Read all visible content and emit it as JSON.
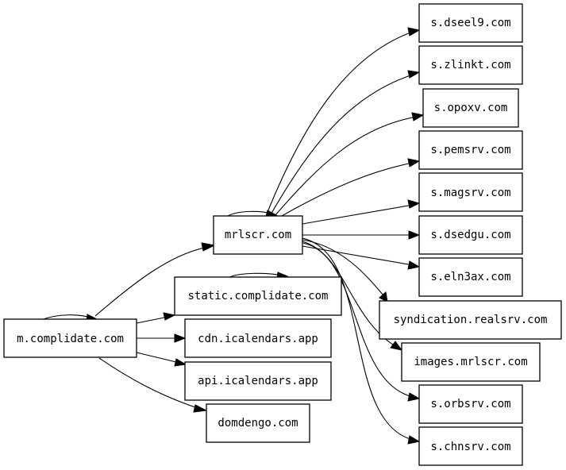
{
  "graph": {
    "nodes": {
      "m_complidate": "m.complidate.com",
      "mrlscr": "mrlscr.com",
      "static_complidate": "static.complidate.com",
      "cdn_icalendars": "cdn.icalendars.app",
      "api_icalendars": "api.icalendars.app",
      "domdengo": "domdengo.com",
      "s_dseel9": "s.dseel9.com",
      "s_zlinkt": "s.zlinkt.com",
      "s_opoxv": "s.opoxv.com",
      "s_pemsrv": "s.pemsrv.com",
      "s_magsrv": "s.magsrv.com",
      "s_dsedgu": "s.dsedgu.com",
      "s_eln3ax": "s.eln3ax.com",
      "syndication_realsrv": "syndication.realsrv.com",
      "images_mrlscr": "images.mrlscr.com",
      "s_orbsrv": "s.orbsrv.com",
      "s_chnsrv": "s.chnsrv.com"
    },
    "edges": [
      {
        "from": "m_complidate",
        "to": "m_complidate"
      },
      {
        "from": "m_complidate",
        "to": "mrlscr"
      },
      {
        "from": "m_complidate",
        "to": "static_complidate"
      },
      {
        "from": "m_complidate",
        "to": "cdn_icalendars"
      },
      {
        "from": "m_complidate",
        "to": "api_icalendars"
      },
      {
        "from": "m_complidate",
        "to": "domdengo"
      },
      {
        "from": "mrlscr",
        "to": "mrlscr"
      },
      {
        "from": "mrlscr",
        "to": "s_dseel9"
      },
      {
        "from": "mrlscr",
        "to": "s_zlinkt"
      },
      {
        "from": "mrlscr",
        "to": "s_opoxv"
      },
      {
        "from": "mrlscr",
        "to": "s_pemsrv"
      },
      {
        "from": "mrlscr",
        "to": "s_magsrv"
      },
      {
        "from": "mrlscr",
        "to": "s_dsedgu"
      },
      {
        "from": "mrlscr",
        "to": "s_eln3ax"
      },
      {
        "from": "mrlscr",
        "to": "syndication_realsrv"
      },
      {
        "from": "mrlscr",
        "to": "images_mrlscr"
      },
      {
        "from": "mrlscr",
        "to": "s_orbsrv"
      },
      {
        "from": "mrlscr",
        "to": "s_chnsrv"
      },
      {
        "from": "static_complidate",
        "to": "static_complidate"
      }
    ]
  }
}
